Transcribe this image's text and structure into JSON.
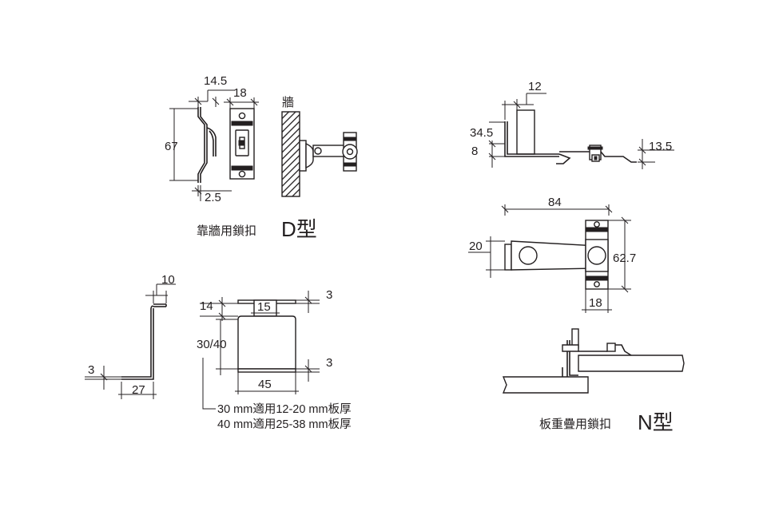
{
  "d_type": {
    "dims": {
      "top_offset": "14.5",
      "width": "18",
      "height": "67",
      "thickness": "2.5"
    },
    "wall_label": "牆",
    "caption": "靠牆用鎖扣",
    "type_label": "D型"
  },
  "n_type": {
    "dims": {
      "top_width": "12",
      "height": "34.5",
      "step": "8",
      "right_height": "13.5",
      "length": "84",
      "arm_width": "20",
      "plate_height": "62.7",
      "plate_width": "18"
    },
    "caption": "板重疊用鎖扣",
    "type_label": "N型"
  },
  "bracket": {
    "dims": {
      "top_flange": "10",
      "thickness_side": "3",
      "base_length": "27",
      "tab_height": "14",
      "tab_width": "15",
      "thickness_top": "3",
      "body_height": "30/40",
      "body_width": "45",
      "thickness_bottom": "3"
    },
    "notes": [
      "30 mm適用12-20 mm板厚",
      "40 mm適用25-38 mm板厚"
    ]
  }
}
